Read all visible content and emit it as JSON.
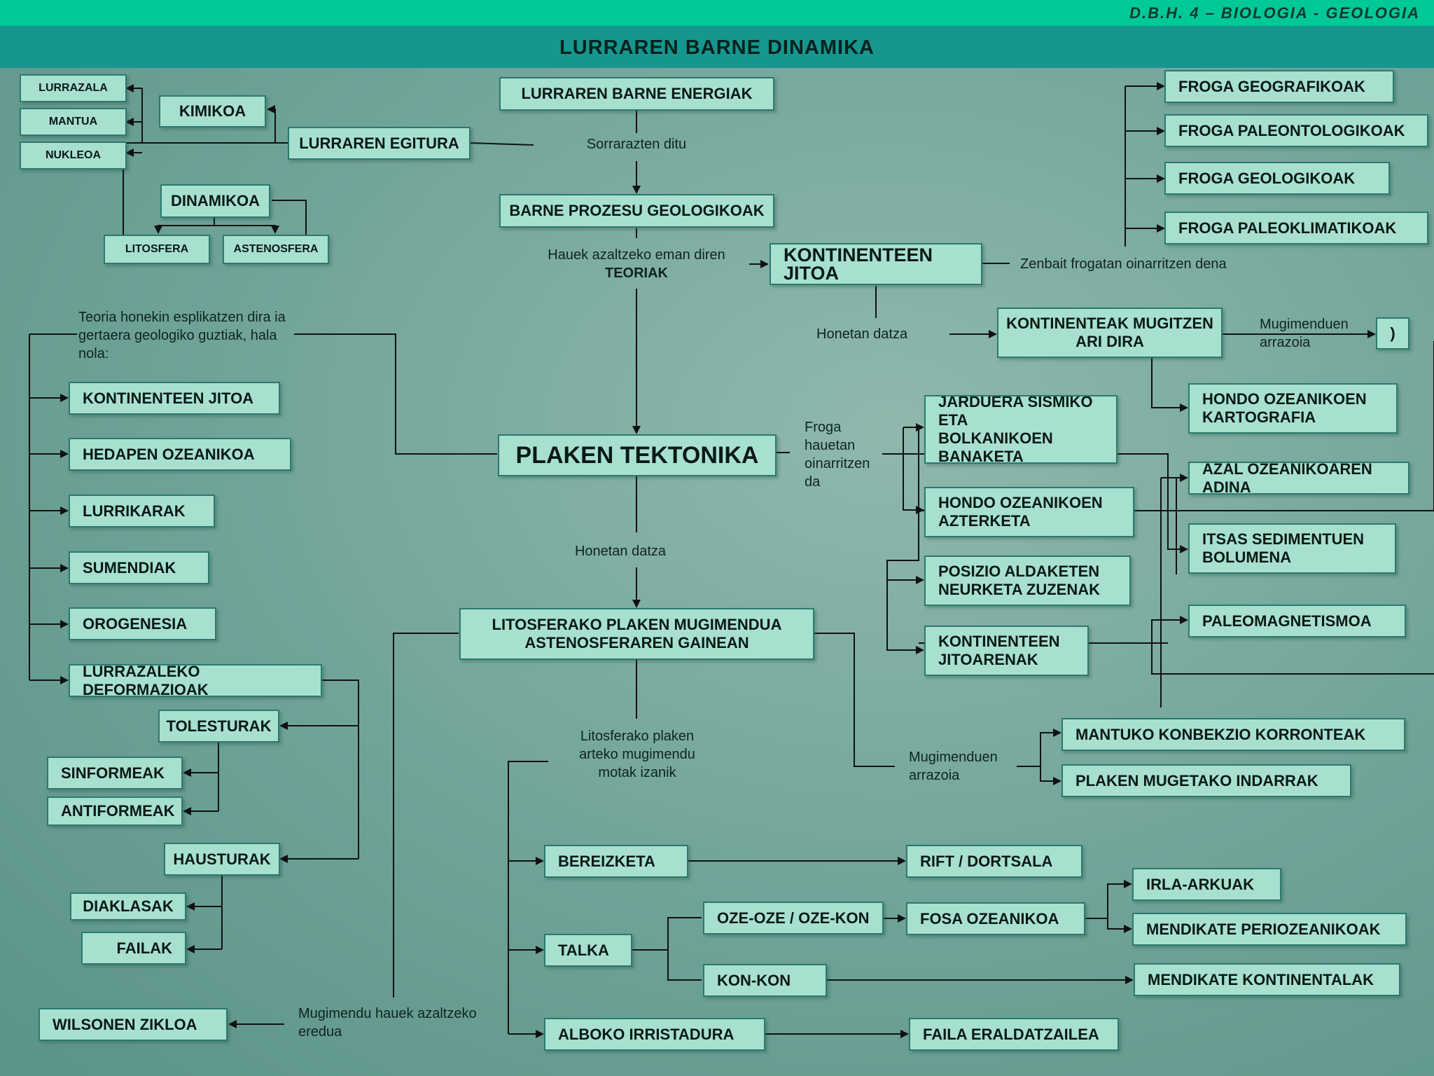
{
  "header": {
    "course": "D.B.H. 4 – BIOLOGIA - GEOLOGIA",
    "title": "LURRAREN BARNE DINAMIKA"
  },
  "nodes": {
    "lurrazala": "LURRAZALA",
    "mantua": "MANTUA",
    "nukleoa": "NUKLEOA",
    "kimikoa": "KIMIKOA",
    "lurraren_egitura": "LURRAREN EGITURA",
    "dinamikoa": "DINAMIKOA",
    "litosfera": "LITOSFERA",
    "astenosfera": "ASTENOSFERA",
    "barne_energiak": "LURRAREN BARNE ENERGIAK",
    "barne_prozesu": "BARNE PROZESU GEOLOGIKOAK",
    "kontinenteen_jitoa": "KONTINENTEEN JITOA",
    "froga_geografikoak": "FROGA GEOGRAFIKOAK",
    "froga_paleontologikoak": "FROGA PALEONTOLOGIKOAK",
    "froga_geologikoak": "FROGA GEOLOGIKOAK",
    "froga_paleoklimatikoak": "FROGA PALEOKLIMATIKOAK",
    "kontinenteak_mugitzen": "KONTINENTEAK MUGITZEN\nARI DIRA",
    "question": ")",
    "hondo_kartografia": "HONDO OZEANIKOEN\nKARTOGRAFIA",
    "azal_adina": "AZAL OZEANIKOAREN ADINA",
    "itsas_sedimentuen": "ITSAS SEDIMENTUEN\nBOLUMENA",
    "paleomagnetismoa": "PALEOMAGNETISMOA",
    "jarduera_sismiko": "JARDUERA SISMIKO ETA\nBOLKANIKOEN\nBANAKETA",
    "hondo_azterketa": "HONDO OZEANIKOEN\nAZTERKETA",
    "posizio_aldaketen": "POSIZIO ALDAKETEN\nNEURKETA ZUZENAK",
    "kontinenteen_jitoarenak": "KONTINENTEEN\nJITOARENAK",
    "plaken_tektonika": "PLAKEN TEKTONIKA",
    "l_kontinenteen_jitoa": "KONTINENTEEN JITOA",
    "hedapen_ozeanikoa": "HEDAPEN OZEANIKOA",
    "lurrikarak": "LURRIKARAK",
    "sumendiak": "SUMENDIAK",
    "orogenesia": "OROGENESIA",
    "lurrazaleko_deformazioak": "LURRAZALEKO DEFORMAZIOAK",
    "tolesturak": "TOLESTURAK",
    "sinformeak": "SINFORMEAK",
    "antiformeak": "ANTIFORMEAK",
    "hausturak": "HAUSTURAK",
    "diaklasak": "DIAKLASAK",
    "failak": "FAILAK",
    "wilsonen_zikloa": "WILSONEN ZIKLOA",
    "litosferako_plaken": "LITOSFERAKO PLAKEN MUGIMENDUA\nASTENOSFERAREN GAINEAN",
    "mantuko_konbekzio": "MANTUKO KONBEKZIO KORRONTEAK",
    "plaken_mugetako": "PLAKEN MUGETAKO INDARRAK",
    "bereizketa": "BEREIZKETA",
    "rift": "RIFT / DORTSALA",
    "oze_oze": "OZE-OZE / OZE-KON",
    "fosa_ozeanikoa": "FOSA OZEANIKOA",
    "irla_arkuak": "IRLA-ARKUAK",
    "mendikate_periozeanikoak": "MENDIKATE PERIOZEANIKOAK",
    "talka": "TALKA",
    "kon_kon": "KON-KON",
    "mendikate_kontinentalak": "MENDIKATE KONTINENTALAK",
    "alboko_irristadura": "ALBOKO IRRISTADURA",
    "faila_eraldatzailea": "FAILA ERALDATZAILEA"
  },
  "labels": {
    "sorrarazten": "Sorrarazten ditu",
    "hauek_azaltzeko": "Hauek azaltzeko eman diren",
    "teoriak": "TEORIAK",
    "zenbait_frogatan": "Zenbait frogatan oinarritzen dena",
    "honetan_datza_1": "Honetan datza",
    "mugimenduen_arrazoia_1": "Mugimenduen\narrazoia",
    "teoria_honekin": "Teoria honekin esplikatzen dira ia\ngertaera geologiko guztiak, hala\nnola:",
    "froga_hauetan": "Froga\nhauetan\noinarritzen\nda",
    "honetan_datza_2": "Honetan datza",
    "litosferako_arteko": "Litosferako  plaken\narteko mugimendu\nmotak izanik",
    "mugimenduen_arrazoia_2": "Mugimenduen\narrazoia",
    "mugimendu_hauek": "Mugimendu hauek azaltzeko\neredua"
  },
  "colors": {
    "top_band": "#00c896",
    "title_band": "#16968e",
    "box_fill": "#a8e0d0",
    "box_border": "#2b7a6e",
    "line": "#111111"
  }
}
